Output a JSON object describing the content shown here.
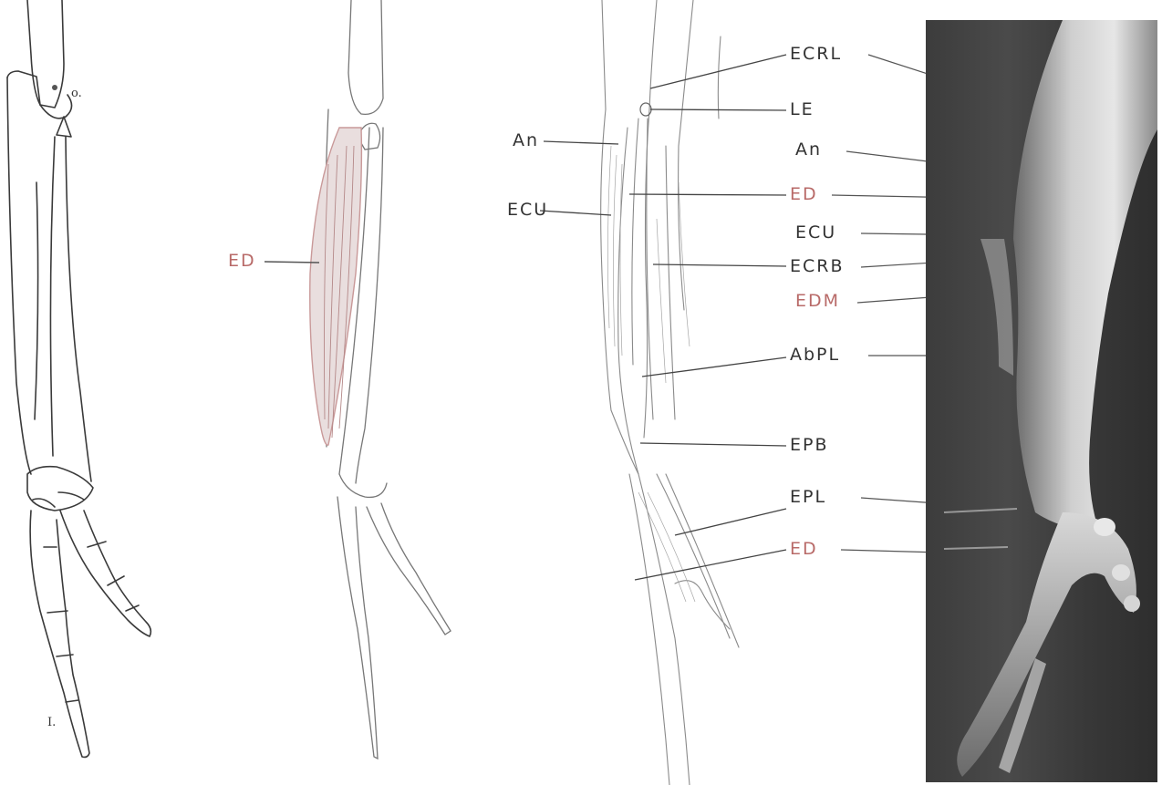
{
  "colors": {
    "ink": "#333333",
    "red_label": "#b86a68",
    "red_muscle": "#c99999",
    "photo_dark": "#3a3a3a"
  },
  "panel1": {
    "olecranon_label": "o.",
    "digit_label": "I."
  },
  "panel2": {
    "muscle_label": "ED"
  },
  "panel3": {
    "labels": {
      "ECRL": "ECRL",
      "LE": "LE",
      "An_left": "An",
      "An_right": "An",
      "ECU_left": "ECU",
      "ECU_right": "ECU",
      "ED_top": "ED",
      "ECRB": "ECRB",
      "EDM": "EDM",
      "AbPL": "AbPL",
      "EPB": "EPB",
      "EPL": "EPL",
      "ED_bottom": "ED"
    }
  }
}
